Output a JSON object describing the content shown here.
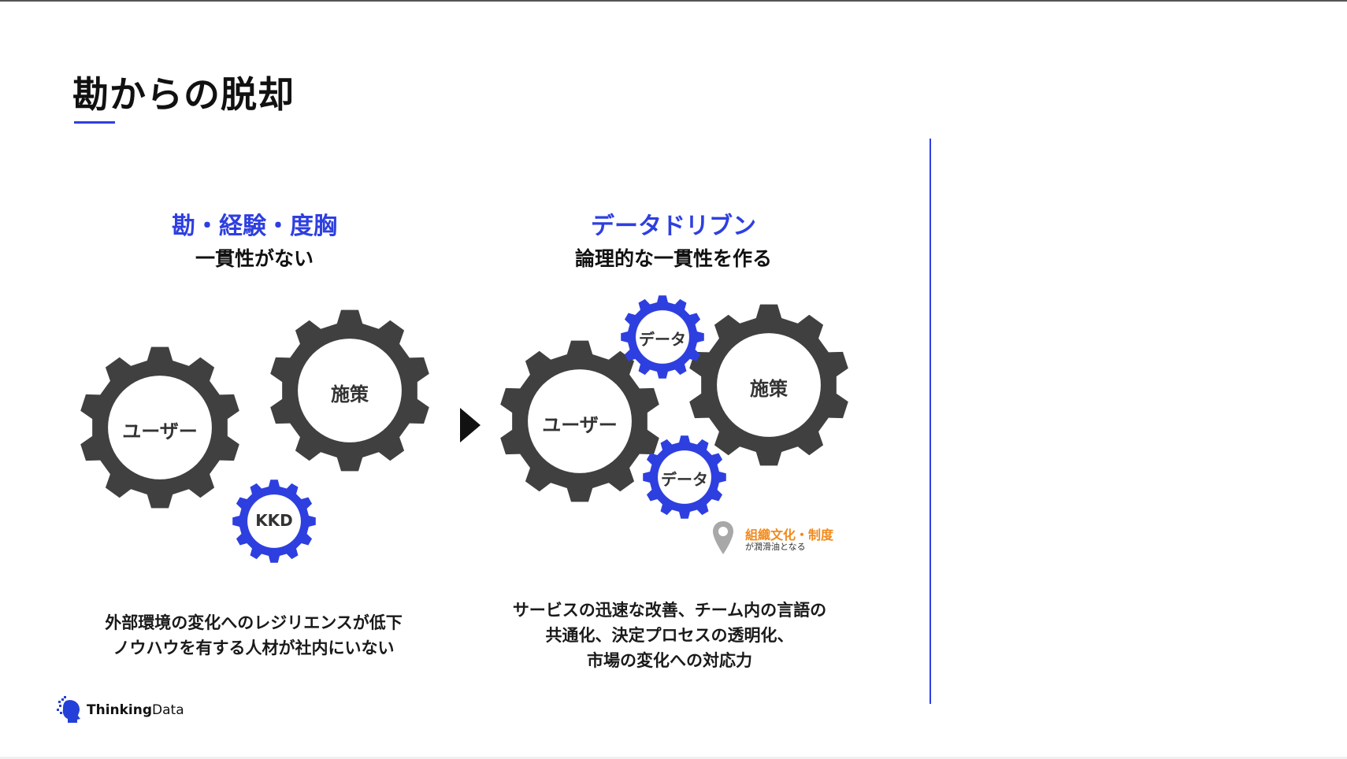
{
  "slide": {
    "title": "勘からの脱却",
    "accent_color": "#2e3fe0",
    "gear_dark_color": "#404040",
    "gear_blue_color": "#2e3fe0",
    "annotation_color": "#f08a1c"
  },
  "left": {
    "heading": "勘・経験・度胸",
    "subheading": "一貫性がない",
    "gears": {
      "user": "ユーザー",
      "measure": "施策",
      "kkd": "KKD"
    },
    "caption": [
      "外部環境の変化へのレジリエンスが低下",
      "ノウハウを有する人材が社内にいない"
    ]
  },
  "arrow": {
    "icon": "play-arrow-icon"
  },
  "right": {
    "heading": "データドリブン",
    "subheading": "論理的な一貫性を作る",
    "gears": {
      "user": "ユーザー",
      "measure": "施策",
      "data_top": "データ",
      "data_bottom": "データ"
    },
    "annotation": {
      "title": "組織文化・制度",
      "sub": "が潤滑油となる",
      "icon": "map-pin-icon"
    },
    "caption": [
      "サービスの迅速な改善、チーム内の言語の",
      "共通化、決定プロセスの透明化、",
      "市場の変化への対応力"
    ]
  },
  "logo": {
    "text_bold": "Thinking",
    "text_light": "Data",
    "icon": "brain-head-icon"
  }
}
